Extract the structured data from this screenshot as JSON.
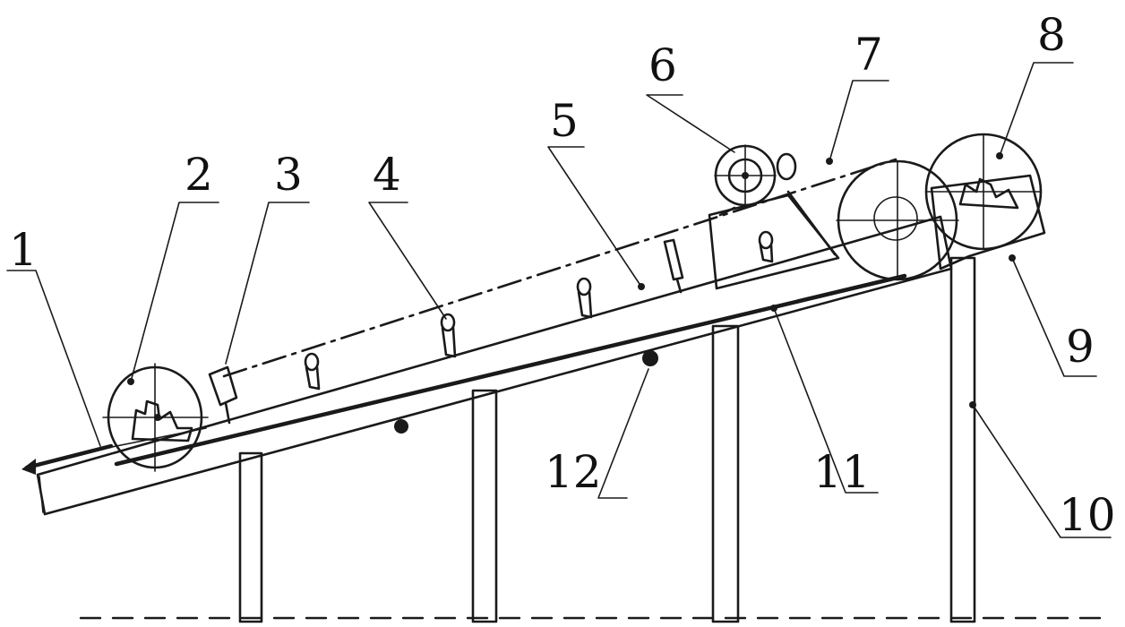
{
  "labels": {
    "l1": "1",
    "l2": "2",
    "l3": "3",
    "l4": "4",
    "l5": "5",
    "l6": "6",
    "l7": "7",
    "l8": "8",
    "l9": "9",
    "l10": "10",
    "l11": "11",
    "l12": "12"
  },
  "colors": {
    "ink": "#1a1a1a",
    "background": "#ffffff"
  }
}
